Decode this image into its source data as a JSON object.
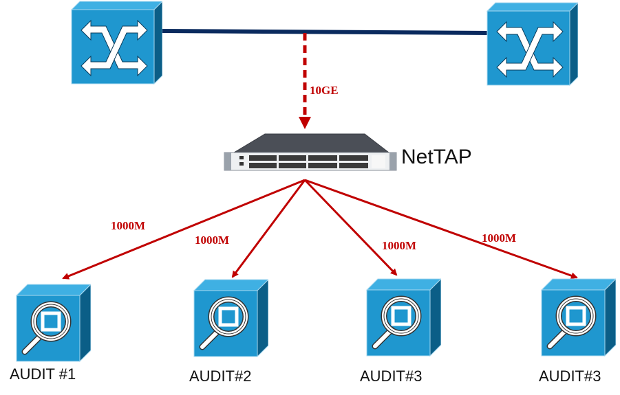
{
  "diagram": {
    "type": "network-topology",
    "colors": {
      "trunk_link": "#0a2a5e",
      "tap_link": "#c00000",
      "device_front": "#1f97cf",
      "device_top": "#3fb0e3",
      "device_side": "#0b5e87",
      "label_text": "#111111",
      "link_label": "#c00000"
    },
    "switches": [
      {
        "id": "switch-left",
        "icon": "switch-icon"
      },
      {
        "id": "switch-right",
        "icon": "switch-icon"
      }
    ],
    "trunk": {
      "from": "switch-left",
      "to": "switch-right",
      "style": "solid"
    },
    "tap_link": {
      "label": "10GE",
      "style": "dashed",
      "from": "trunk",
      "to": "nettap"
    },
    "nettap": {
      "label": "NetTAP",
      "icon": "network-tap-appliance"
    },
    "audit_links": [
      {
        "label": "1000M",
        "to": "audit-1"
      },
      {
        "label": "1000M",
        "to": "audit-2"
      },
      {
        "label": "1000M",
        "to": "audit-3a"
      },
      {
        "label": "1000M",
        "to": "audit-3b"
      }
    ],
    "audit_devices": [
      {
        "id": "audit-1",
        "label": "AUDIT #1",
        "icon": "audit-magnifier-icon"
      },
      {
        "id": "audit-2",
        "label": "AUDIT#2",
        "icon": "audit-magnifier-icon"
      },
      {
        "id": "audit-3a",
        "label": "AUDIT#3",
        "icon": "audit-magnifier-icon"
      },
      {
        "id": "audit-3b",
        "label": "AUDIT#3",
        "icon": "audit-magnifier-icon"
      }
    ]
  }
}
